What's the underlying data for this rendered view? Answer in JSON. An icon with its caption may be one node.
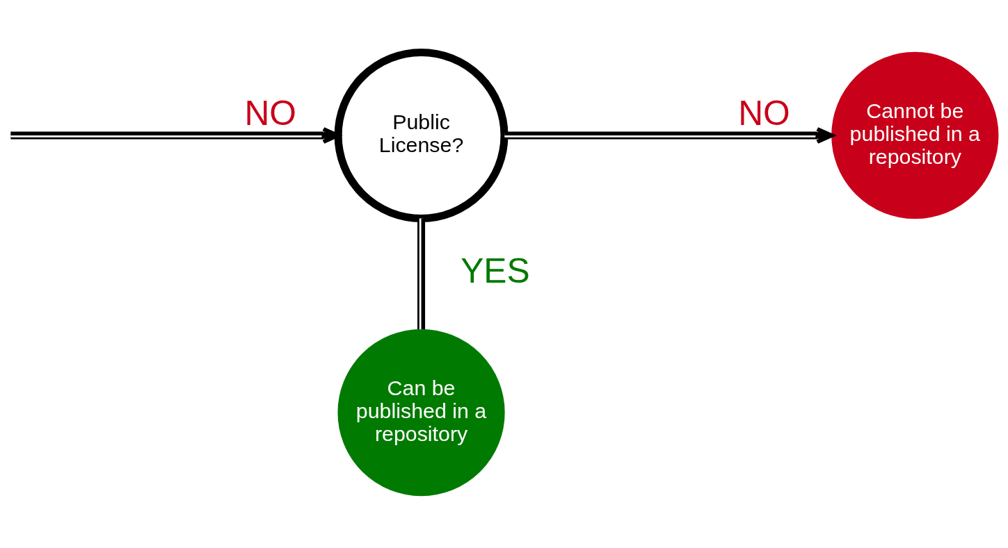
{
  "diagram": {
    "nodes": [
      {
        "text": [
          "Public License?"
        ]
      },
      {
        "text": [
          "Cannot be published in a repository"
        ]
      },
      {
        "text": [
          "Can be published in a repository"
        ]
      }
    ],
    "edges": [
      {
        "from": null,
        "to": 0,
        "arrow": "to",
        "label": "NO"
      },
      {
        "from": 0,
        "to": 1,
        "arrow": "to",
        "label": "NO"
      },
      {
        "from": 0,
        "to": 2,
        "arrow": "none",
        "label": "YES"
      }
    ]
  }
}
